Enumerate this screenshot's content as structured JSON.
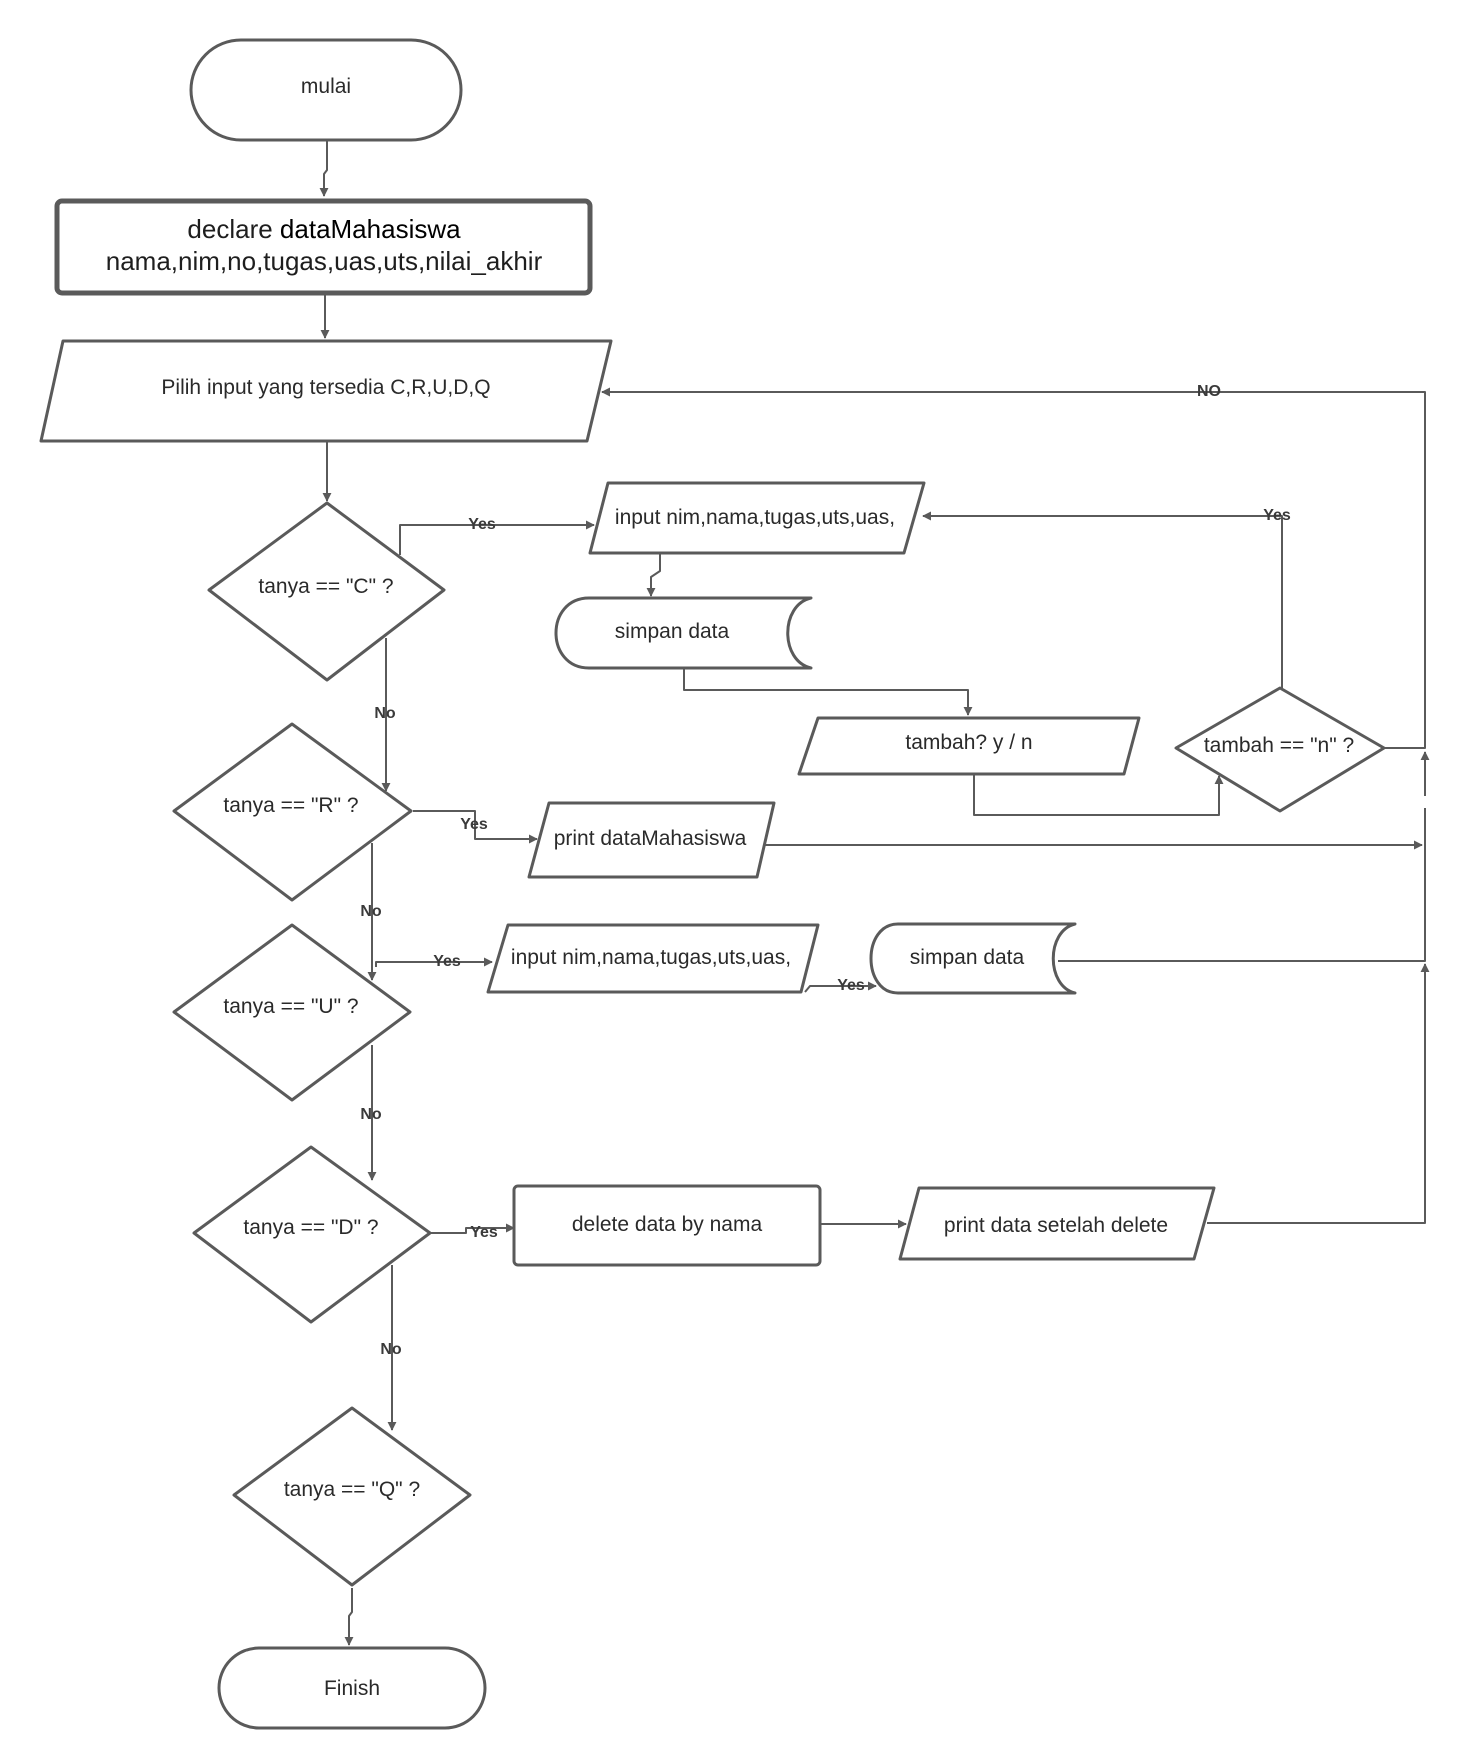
{
  "nodes": {
    "start": "mulai",
    "declare_line1_prefix": "declare ",
    "declare_line1_name": "dataMahasiswa",
    "declare_line2": "nama,nim,no,tugas,uas,uts,nilai_akhir",
    "choose_input": "Pilih input yang tersedia C,R,U,D,Q",
    "decision_c": "tanya == \"C\" ?",
    "input_c": "input nim,nama,tugas,uts,uas,",
    "save_c": "simpan data",
    "ask_add": "tambah? y / n",
    "decision_add": "tambah == \"n\" ?",
    "decision_r": "tanya == \"R\" ?",
    "print_r": "print dataMahasiswa",
    "decision_u": "tanya == \"U\" ?",
    "input_u": "input nim,nama,tugas,uts,uas,",
    "save_u": "simpan data",
    "decision_d": "tanya == \"D\" ?",
    "delete_d": "delete data by nama",
    "print_d": "print  data setelah delete",
    "decision_q": "tanya == \"Q\" ?",
    "finish": "Finish"
  },
  "edge_labels": {
    "c_yes": "Yes",
    "c_no": "No",
    "add_no": "NO",
    "add_yes": "Yes",
    "r_yes": "Yes",
    "r_no": "No",
    "u_yes": "Yes",
    "u_save_yes": "Yes",
    "u_no": "No",
    "d_yes": "Yes",
    "d_no": "No"
  },
  "colors": {
    "stroke": "#5a5a5a",
    "fill": "#ffffff",
    "text": "#2a2a2a"
  }
}
